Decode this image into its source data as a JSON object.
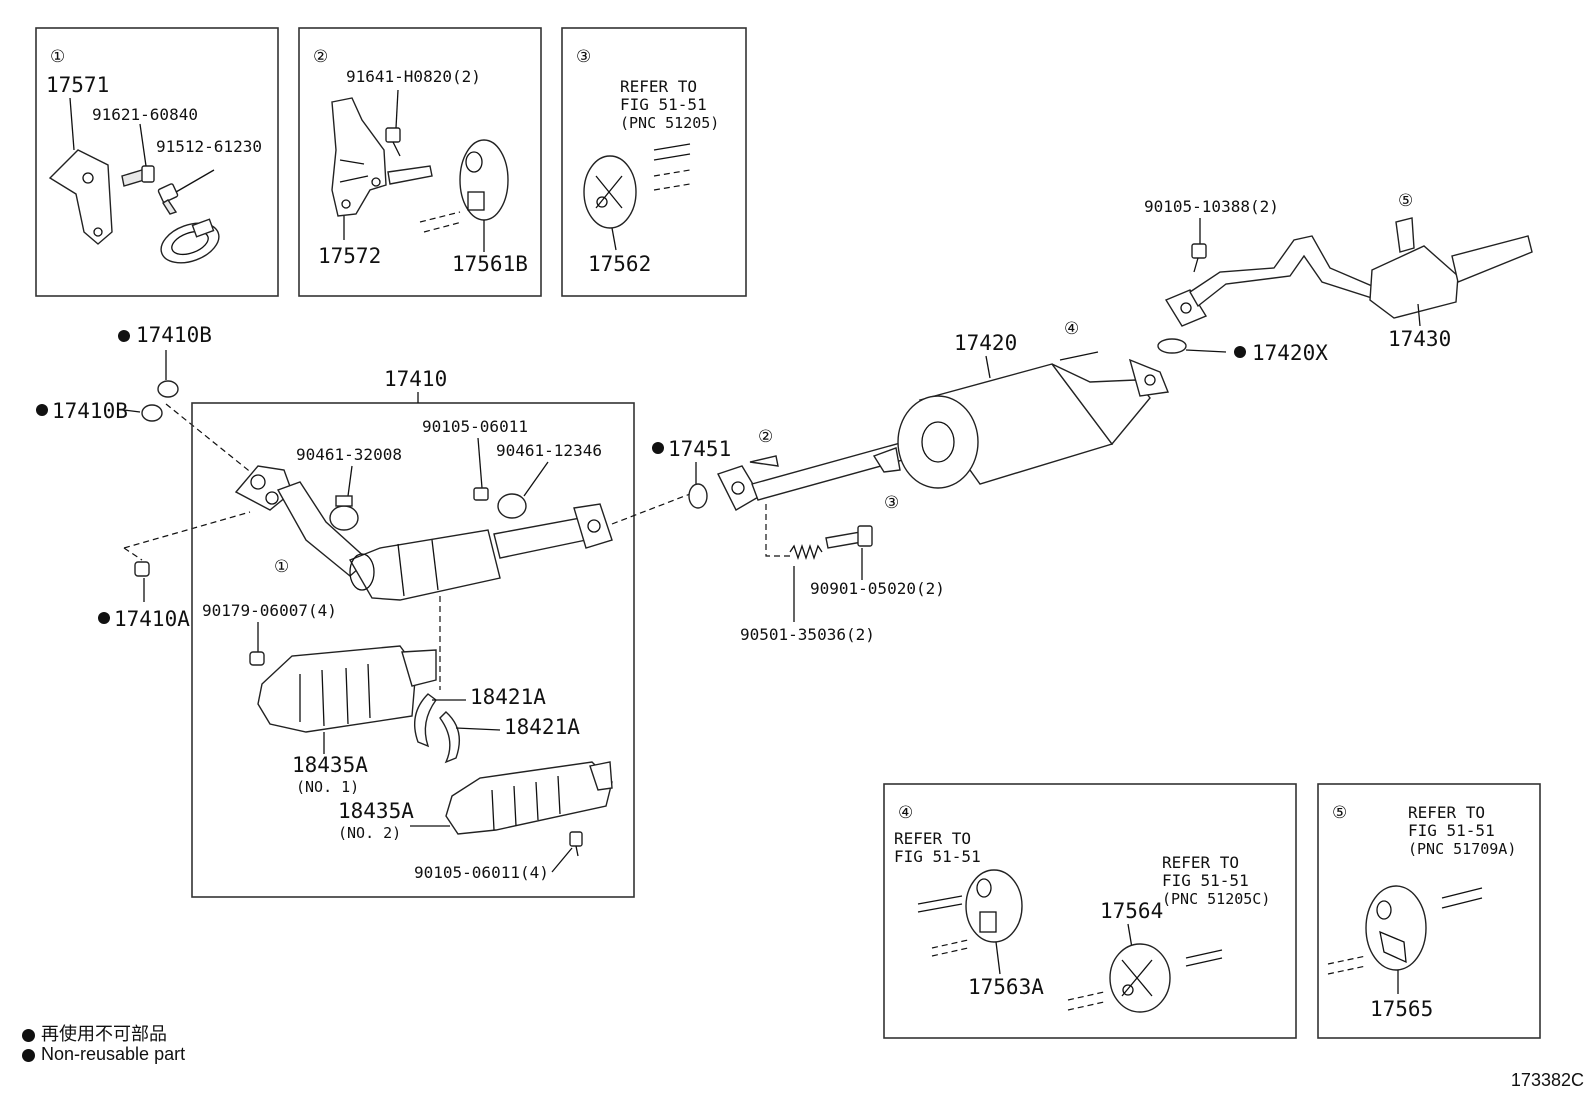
{
  "insets": {
    "i1": {
      "marker": "①",
      "labels": [
        "17571",
        "91621-60840",
        "91512-61230"
      ]
    },
    "i2": {
      "marker": "②",
      "labels": [
        "91641-H0820(2)",
        "17572",
        "17561B"
      ]
    },
    "i3": {
      "marker": "③",
      "refer": [
        "REFER TO",
        "FIG 51-51",
        "(PNC 51205)"
      ],
      "labels": [
        "17562"
      ]
    },
    "i4": {
      "marker": "④",
      "refer": [
        "REFER TO",
        "FIG 51-51"
      ],
      "refer2": [
        "REFER TO",
        "FIG 51-51",
        "(PNC 51205C)"
      ],
      "labels": [
        "17563A",
        "17564"
      ]
    },
    "i5": {
      "marker": "⑤",
      "refer": [
        "REFER TO",
        "FIG 51-51",
        "(PNC 51709A)"
      ],
      "labels": [
        "17565"
      ]
    }
  },
  "main": {
    "p17410": "17410",
    "p17410B_1": "17410B",
    "p17410B_2": "17410B",
    "p17410A": "17410A",
    "p90461_32008": "90461-32008",
    "p90105_06011": "90105-06011",
    "p90461_12346": "90461-12346",
    "p90179": "90179-06007(4)",
    "p18421A_1": "18421A",
    "p18421A_2": "18421A",
    "p18435A_1": "18435A",
    "p18435A_1n": "(NO. 1)",
    "p18435A_2": "18435A",
    "p18435A_2n": "(NO. 2)",
    "p90105_06011_4": "90105-06011(4)",
    "p17451": "17451",
    "p90901": "90901-05020(2)",
    "p90501": "90501-35036(2)",
    "p17420": "17420",
    "p17420X": "17420X",
    "p90105_10388": "90105-10388(2)",
    "p17430": "17430",
    "m1": "①",
    "m2": "②",
    "m3": "③",
    "m4": "④",
    "m5": "⑤"
  },
  "legend": {
    "line1": "再使用不可部品",
    "line2": "Non-reusable part"
  },
  "figure_id": "173382C"
}
